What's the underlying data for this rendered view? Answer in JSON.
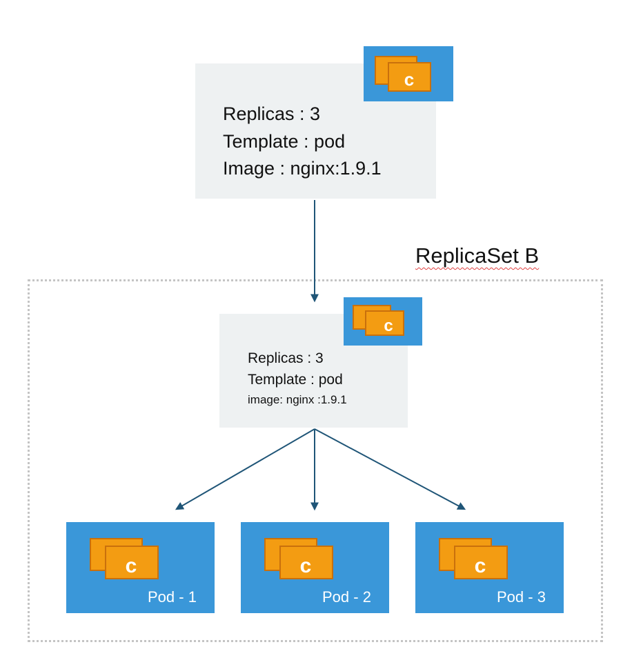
{
  "deployment": {
    "replicas": "Replicas : 3",
    "template": "Template : pod",
    "image": "Image : nginx:1.9.1",
    "container_letter": "c"
  },
  "replicaset": {
    "label": "ReplicaSet B",
    "replicas": "Replicas : 3",
    "template": "Template : pod",
    "image": "image: nginx :1.9.1",
    "container_letter": "c"
  },
  "pods": [
    {
      "label": "Pod - 1",
      "container_letter": "c"
    },
    {
      "label": "Pod - 2",
      "container_letter": "c"
    },
    {
      "label": "Pod - 3",
      "container_letter": "c"
    }
  ],
  "colors": {
    "spec_box": "#eef1f2",
    "blue": "#3a97d9",
    "container_orange": "#f39c12",
    "container_border": "#c9700c",
    "arrow": "#1f5577",
    "dotted_border": "#c4c4c4"
  }
}
